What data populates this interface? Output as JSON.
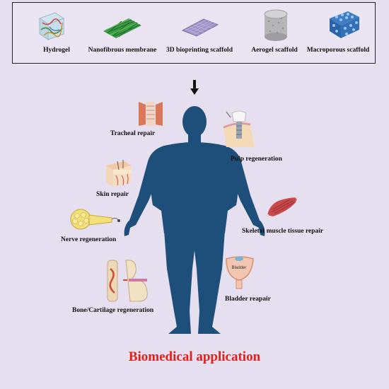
{
  "scaffolds": [
    {
      "label": "Hydrogel",
      "icon": "hydrogel-cube-icon"
    },
    {
      "label": "Nanofibrous membrane",
      "icon": "nanofibrous-membrane-icon"
    },
    {
      "label": "3D bioprinting scaffold",
      "icon": "bioprinting-grid-icon"
    },
    {
      "label": "Aerogel scaffold",
      "icon": "aerogel-cylinder-icon"
    },
    {
      "label": "Macroporous scaffold",
      "icon": "macroporous-block-icon"
    }
  ],
  "applications": {
    "tracheal": "Tracheal  repair",
    "pulp": "Pulp regeneration",
    "skin": "Skin repair",
    "muscle": "Skeletal muscle tissue repair",
    "nerve": "Nerve regeneration",
    "bladder": "Bladder reapair",
    "bone": "Bone/Cartilage regeneration",
    "bladder_tag": "Bladder"
  },
  "footer": {
    "title": "Biomedical application"
  },
  "colors": {
    "body": "#1d4f7a",
    "title": "#e0211b",
    "background": "#e6dff0"
  }
}
